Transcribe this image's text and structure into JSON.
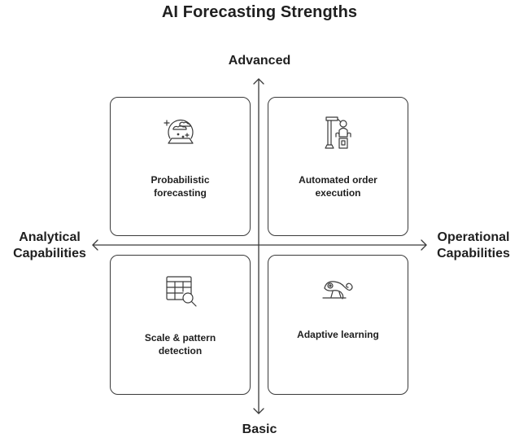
{
  "title": "AI Forecasting Strengths",
  "axes": {
    "top": "Advanced",
    "bottom": "Basic",
    "left_line1": "Analytical",
    "left_line2": "Capabilities",
    "right_line1": "Operational",
    "right_line2": "Capabilities"
  },
  "quadrants": {
    "top_left": {
      "line1": "Probabilistic",
      "line2": "forecasting",
      "icon": "crystal-ball-icon"
    },
    "top_right": {
      "line1": "Automated order",
      "line2": "execution",
      "icon": "robotic-arm-icon"
    },
    "bottom_left": {
      "line1": "Scale & pattern",
      "line2": "detection",
      "icon": "table-search-icon"
    },
    "bottom_right": {
      "line1": "Adaptive learning",
      "icon": "chameleon-icon"
    }
  },
  "colors": {
    "text": "#1f1f1f",
    "stroke": "#3a3a3a"
  }
}
